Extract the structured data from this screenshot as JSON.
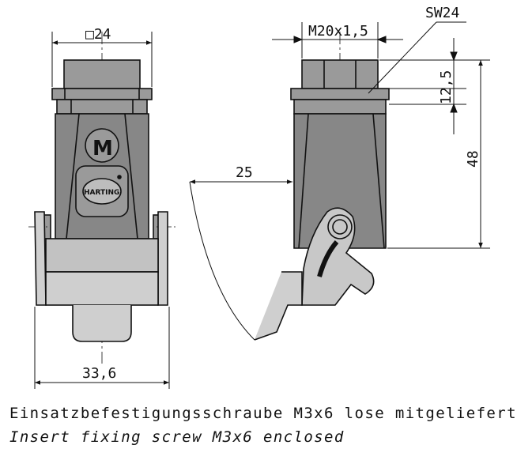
{
  "dimensions": {
    "square_24": "□24",
    "width_33_6": "33,6",
    "thread": "M20x1,5",
    "wrench": "SW24",
    "height_12_5": "12,5",
    "height_48": "48",
    "lever_25": "25"
  },
  "logo": {
    "letter": "M",
    "brand": "HARTING"
  },
  "captions": {
    "de": "Einsatzbefestigungsschraube M3x6 lose mitgeliefert",
    "en": "Insert fixing screw M3x6 enclosed"
  }
}
